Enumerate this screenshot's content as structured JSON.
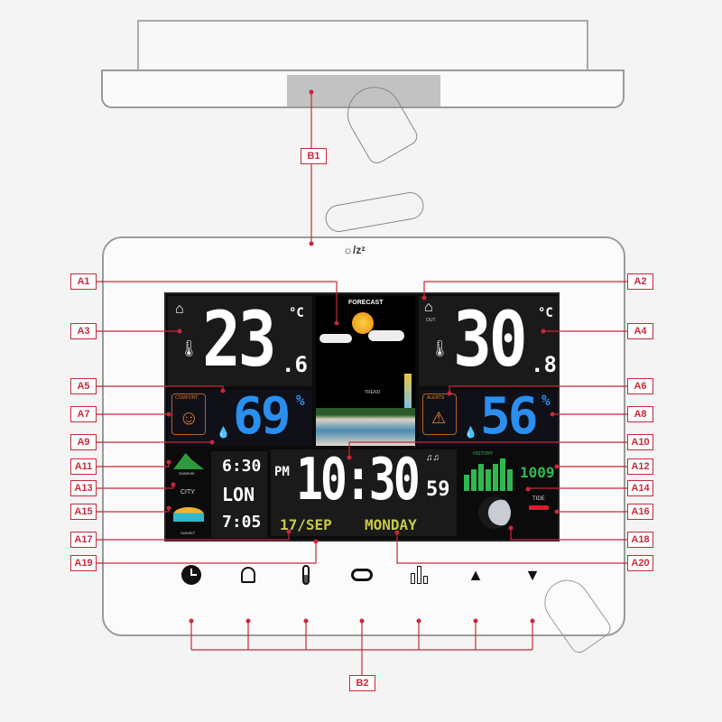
{
  "callouts": {
    "left": [
      "A1",
      "A3",
      "A5",
      "A7",
      "A9",
      "A11",
      "A13",
      "A15",
      "A17",
      "A19"
    ],
    "right": [
      "A2",
      "A4",
      "A6",
      "A8",
      "A10",
      "A12",
      "A14",
      "A16",
      "A18",
      "A20"
    ],
    "top": "B1",
    "bottom": "B2"
  },
  "top_button_caption": "☼/zᶻ",
  "screen": {
    "indoor": {
      "temp_int": "23",
      "temp_dec": ".6",
      "unit": "°C",
      "humidity": "69",
      "humidity_unit": "%",
      "comfort_label": "COMFORT"
    },
    "forecast": {
      "label": "FORECAST",
      "trend_label": "TREND"
    },
    "outdoor": {
      "temp_int": "30",
      "temp_dec": ".8",
      "unit": "°C",
      "humidity": "56",
      "humidity_unit": "%",
      "alerts_label": "ALERTS",
      "out_label": "OUT"
    },
    "sun": {
      "sunrise_label": "SUNRISE",
      "sunrise_time": "6:30",
      "city_label": "CITY",
      "city": "LON",
      "sunset_label": "SUNSET",
      "sunset_time": "7:05"
    },
    "clock": {
      "ampm": "PM",
      "time": "10:30",
      "seconds": "59",
      "date": "17/SEP",
      "weekday": "MONDAY"
    },
    "history": {
      "label": "HISTORY",
      "pressure": "1009",
      "bars": [
        3,
        4,
        5,
        4,
        5,
        6,
        4
      ],
      "tide_label": "TIDE"
    }
  },
  "buttons": [
    {
      "icon": "clock-icon"
    },
    {
      "icon": "bell-icon"
    },
    {
      "icon": "thermometer-icon"
    },
    {
      "icon": "cloud-cycle-icon"
    },
    {
      "icon": "history-bars-icon"
    },
    {
      "icon": "up-arrow-icon",
      "glyph": "▲"
    },
    {
      "icon": "down-arrow-icon",
      "glyph": "▼"
    }
  ],
  "colors": {
    "callout": "#c8283a",
    "humidity": "#2a8ff0",
    "date": "#c8c84a",
    "history": "#2fb84f"
  }
}
